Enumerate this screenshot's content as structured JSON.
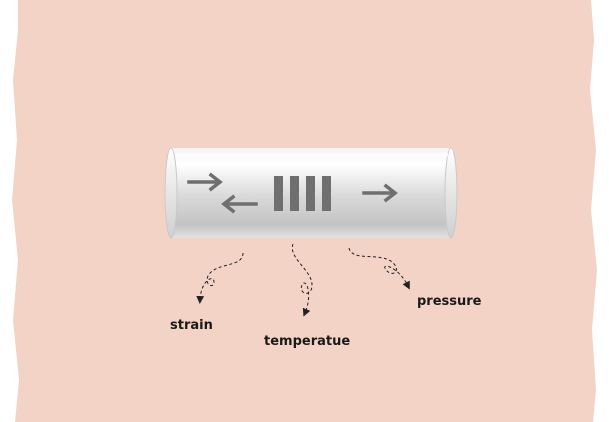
{
  "diagram": {
    "background_color": "#f3d3c6",
    "tube_color": "#d9d9d9",
    "mark_color": "#6f6f6f",
    "dashed_line_color": "#222222",
    "labels": {
      "strain": "strain",
      "temperature": "temperatue",
      "pressure": "pressure"
    },
    "icons": {
      "arrow_right_top": "arrow-right-icon",
      "arrow_left": "arrow-left-icon",
      "arrow_right": "arrow-right-icon",
      "grating_bars": "grating-bars-icon"
    }
  }
}
